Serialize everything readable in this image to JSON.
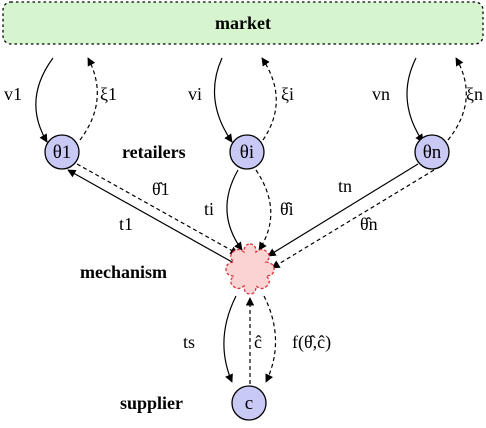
{
  "colors": {
    "market_fill": "#d6f5cf",
    "node_fill": "#c9c9f5",
    "mechanism_fill": "#fbd3d3",
    "mechanism_stroke": "#e0303a",
    "line": "#000000"
  },
  "market": {
    "label": "market"
  },
  "roles": {
    "retailers": "retailers",
    "mechanism": "mechanism",
    "supplier": "supplier"
  },
  "nodes": {
    "theta_1": "θ1",
    "theta_i": "θi",
    "theta_n": "θn",
    "c": "c"
  },
  "edge_labels": {
    "v_1": "v1",
    "xi_1": "ξ1",
    "v_i": "vi",
    "xi_i": "ξi",
    "v_n": "vn",
    "xi_n": "ξn",
    "t_1": "t1",
    "thetahat_1": "θ̂1",
    "t_i": "ti",
    "thetahat_i": "θ̂i",
    "t_n": "tn",
    "thetahat_n": "θ̂n",
    "t_s": "ts",
    "c_hat": "ĉ",
    "f": "f(θ̂,ĉ)"
  }
}
